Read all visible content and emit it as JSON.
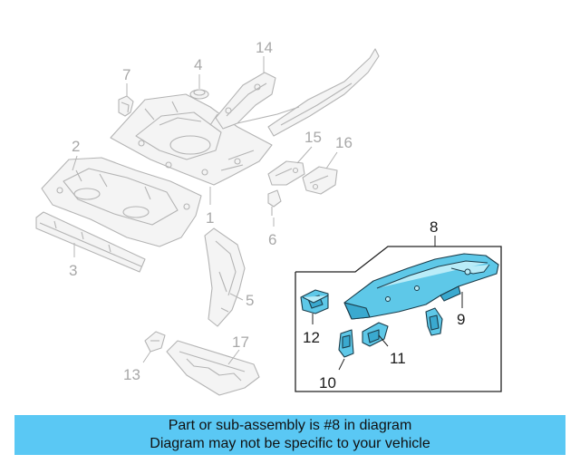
{
  "callouts": {
    "c1": "1",
    "c2": "2",
    "c3": "3",
    "c4": "4",
    "c5": "5",
    "c6": "6",
    "c7": "7",
    "c8": "8",
    "c9": "9",
    "c10": "10",
    "c11": "11",
    "c12": "12",
    "c13": "13",
    "c14": "14",
    "c15": "15",
    "c16": "16",
    "c17": "17"
  },
  "colors": {
    "highlight": "#5ec8e8",
    "banner": "#5ac8f4",
    "ghost": "#b4b4b4"
  },
  "banner": {
    "line1": "Part or sub-assembly is #8 in diagram",
    "line2": "Diagram may not be specific to your vehicle"
  }
}
